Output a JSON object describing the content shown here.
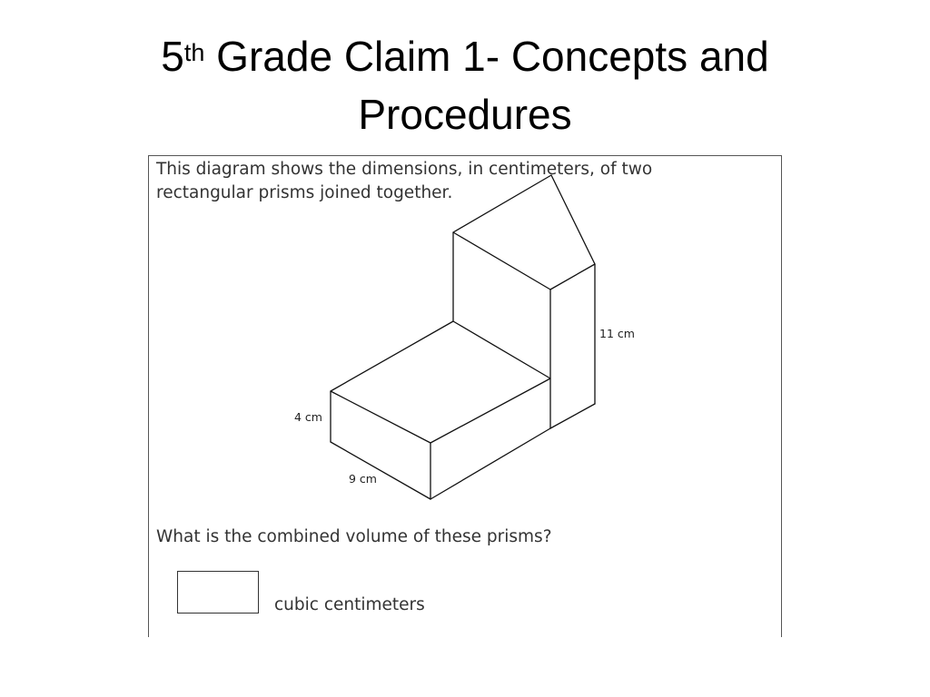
{
  "slide": {
    "title_number": "5",
    "title_suffix": "th",
    "title_line1_rest": " Grade Claim 1- Concepts and",
    "title_line2": "Procedures"
  },
  "item": {
    "intro_line1": "This diagram shows the dimensions, in centimeters, of two",
    "intro_line2": "rectangular prisms joined together.",
    "dimensions": {
      "height_tall": "11 cm",
      "height_short": "4 cm",
      "length": "9 cm"
    },
    "question": "What is the combined volume of these prisms?",
    "answer_value": "",
    "answer_unit": "cubic centimeters"
  }
}
